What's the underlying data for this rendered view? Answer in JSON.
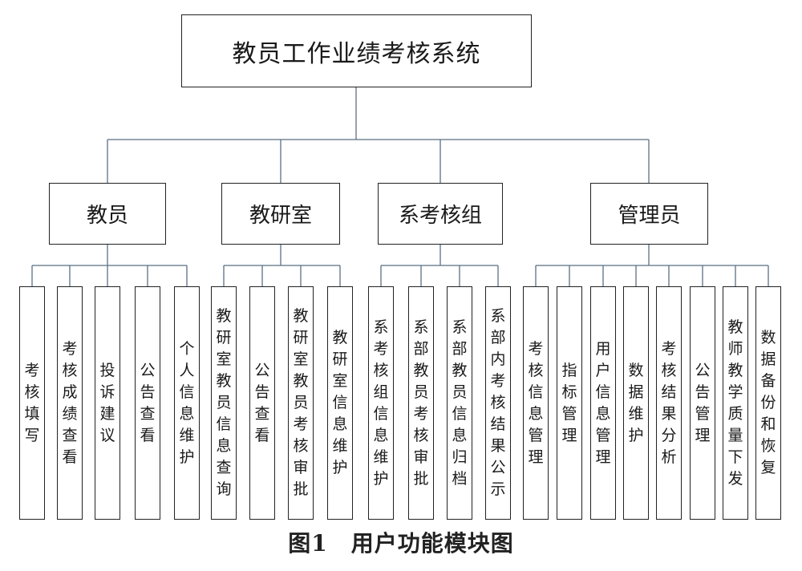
{
  "root": {
    "label": "教员工作业绩考核系统"
  },
  "groups": [
    {
      "label": "教员",
      "children": [
        "考核填写",
        "考核成绩查看",
        "投诉建议",
        "公告查看",
        "个人信息维护"
      ]
    },
    {
      "label": "教研室",
      "children": [
        "教研室教员信息查询",
        "公告查看",
        "教研室教员考核审批",
        "教研室信息维护"
      ]
    },
    {
      "label": "系考核组",
      "children": [
        "系考核组信息维护",
        "系部教员考核审批",
        "系部教员信息归档",
        "系部内考核结果公示"
      ]
    },
    {
      "label": "管理员",
      "children": [
        "考核信息管理",
        "指标管理",
        "用户信息管理",
        "数据维护",
        "考核结果分析",
        "公告管理",
        "教师教学质量下发",
        "数据备份和恢复"
      ]
    }
  ],
  "caption": "图1　用户功能模块图",
  "colors": {
    "line": "#5a6f85",
    "border": "#222222"
  }
}
